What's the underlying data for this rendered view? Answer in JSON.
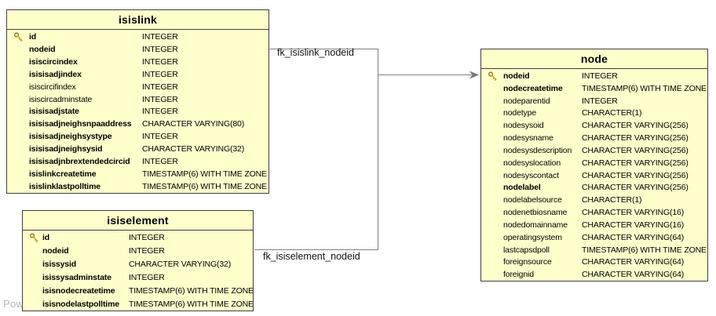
{
  "diagram": {
    "watermark": "Pow",
    "colors": {
      "table_fill": "#FFFFCC",
      "table_border": "#404040",
      "edge_line": "#808080",
      "key_gold": "#C9A227"
    },
    "edges": [
      {
        "label": "fk_isislink_nodeid"
      },
      {
        "label": "fk_isiselement_nodeid"
      }
    ],
    "tables": [
      {
        "name": "isislink",
        "columns": [
          {
            "name": "id",
            "type": "INTEGER",
            "pk": true,
            "bold": true
          },
          {
            "name": "nodeid",
            "type": "INTEGER",
            "bold": true
          },
          {
            "name": "isiscircindex",
            "type": "INTEGER",
            "bold": true
          },
          {
            "name": "isisisadjindex",
            "type": "INTEGER",
            "bold": true
          },
          {
            "name": "isiscircifindex",
            "type": "INTEGER",
            "bold": false
          },
          {
            "name": "isiscircadminstate",
            "type": "INTEGER",
            "bold": false
          },
          {
            "name": "isisisadjstate",
            "type": "INTEGER",
            "bold": true
          },
          {
            "name": "isisisadjneighsnpaaddress",
            "type": "CHARACTER VARYING(80)",
            "bold": true
          },
          {
            "name": "isisisadjneighsystype",
            "type": "INTEGER",
            "bold": true
          },
          {
            "name": "isisisadjneighsysid",
            "type": "CHARACTER VARYING(32)",
            "bold": true
          },
          {
            "name": "isisisadjnbrextendedcircid",
            "type": "INTEGER",
            "bold": true
          },
          {
            "name": "isislinkcreatetime",
            "type": "TIMESTAMP(6) WITH TIME ZONE",
            "bold": true
          },
          {
            "name": "isislinklastpolltime",
            "type": "TIMESTAMP(6) WITH TIME ZONE",
            "bold": true
          }
        ]
      },
      {
        "name": "isiselement",
        "columns": [
          {
            "name": "id",
            "type": "INTEGER",
            "pk": true,
            "bold": true
          },
          {
            "name": "nodeid",
            "type": "INTEGER",
            "bold": true
          },
          {
            "name": "isissysid",
            "type": "CHARACTER VARYING(32)",
            "bold": true
          },
          {
            "name": "isissysadminstate",
            "type": "INTEGER",
            "bold": true
          },
          {
            "name": "isisnodecreatetime",
            "type": "TIMESTAMP(6) WITH TIME ZONE",
            "bold": true
          },
          {
            "name": "isisnodelastpolltime",
            "type": "TIMESTAMP(6) WITH TIME ZONE",
            "bold": true
          }
        ]
      },
      {
        "name": "node",
        "columns": [
          {
            "name": "nodeid",
            "type": "INTEGER",
            "pk": true,
            "bold": true
          },
          {
            "name": "nodecreatetime",
            "type": "TIMESTAMP(6) WITH TIME ZONE",
            "bold": true
          },
          {
            "name": "nodeparentid",
            "type": "INTEGER",
            "bold": false
          },
          {
            "name": "nodetype",
            "type": "CHARACTER(1)",
            "bold": false
          },
          {
            "name": "nodesysoid",
            "type": "CHARACTER VARYING(256)",
            "bold": false
          },
          {
            "name": "nodesysname",
            "type": "CHARACTER VARYING(256)",
            "bold": false
          },
          {
            "name": "nodesysdescription",
            "type": "CHARACTER VARYING(256)",
            "bold": false
          },
          {
            "name": "nodesyslocation",
            "type": "CHARACTER VARYING(256)",
            "bold": false
          },
          {
            "name": "nodesyscontact",
            "type": "CHARACTER VARYING(256)",
            "bold": false
          },
          {
            "name": "nodelabel",
            "type": "CHARACTER VARYING(256)",
            "bold": true
          },
          {
            "name": "nodelabelsource",
            "type": "CHARACTER(1)",
            "bold": false
          },
          {
            "name": "nodenetbiosname",
            "type": "CHARACTER VARYING(16)",
            "bold": false
          },
          {
            "name": "nodedomainname",
            "type": "CHARACTER VARYING(16)",
            "bold": false
          },
          {
            "name": "operatingsystem",
            "type": "CHARACTER VARYING(64)",
            "bold": false
          },
          {
            "name": "lastcapsdpoll",
            "type": "TIMESTAMP(6) WITH TIME ZONE",
            "bold": false
          },
          {
            "name": "foreignsource",
            "type": "CHARACTER VARYING(64)",
            "bold": false
          },
          {
            "name": "foreignid",
            "type": "CHARACTER VARYING(64)",
            "bold": false
          }
        ]
      }
    ]
  }
}
